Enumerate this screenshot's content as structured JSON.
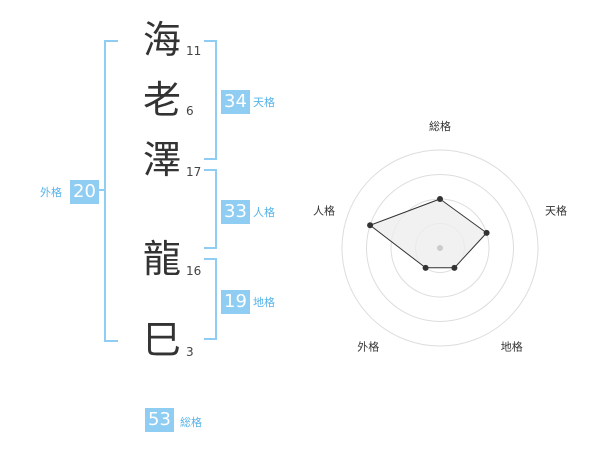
{
  "name_chars": [
    {
      "char": "海",
      "strokes": "11"
    },
    {
      "char": "老",
      "strokes": "6"
    },
    {
      "char": "澤",
      "strokes": "17"
    },
    {
      "char": "龍",
      "strokes": "16"
    },
    {
      "char": "巳",
      "strokes": "3"
    }
  ],
  "kaku": {
    "tenkaku": {
      "value": "34",
      "label": "天格"
    },
    "jinkaku": {
      "value": "33",
      "label": "人格"
    },
    "chikaku": {
      "value": "19",
      "label": "地格"
    },
    "gaikaku": {
      "value": "20",
      "label": "外格"
    },
    "soukaku": {
      "value": "53",
      "label": "総格"
    }
  },
  "chart_data": {
    "type": "radar",
    "axes": [
      "総格",
      "天格",
      "地格",
      "外格",
      "人格"
    ],
    "values": [
      2,
      2,
      1,
      1,
      3
    ],
    "max": 4,
    "rings": 4,
    "colors": {
      "ring": "#dddddd",
      "fill": "#eeeeee",
      "line": "#333333",
      "point": "#333333",
      "center": "#cccccc"
    }
  }
}
